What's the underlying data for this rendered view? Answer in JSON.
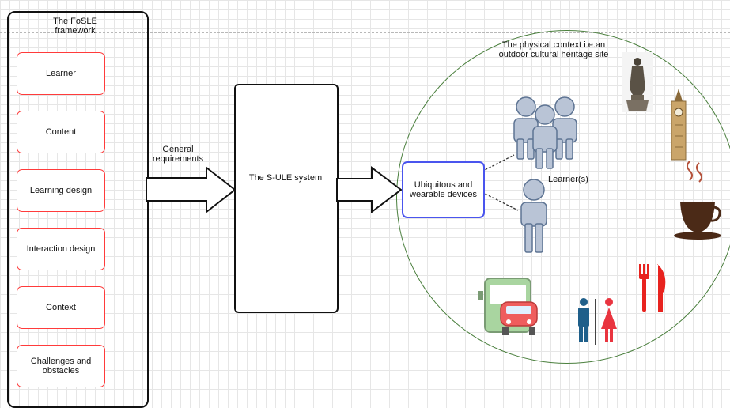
{
  "framework": {
    "title": "The FoSLE framework",
    "items": [
      "Learner",
      "Content",
      "Learning design",
      "Interaction design",
      "Context",
      "Challenges and obstacles"
    ]
  },
  "arrow_label": "General requirements",
  "system": {
    "label": "The S-ULE system"
  },
  "context": {
    "label": "The physical context i.e.an outdoor cultural heritage site",
    "devices_label": "Ubiquitous and wearable devices",
    "learners_label": "Learner(s)"
  },
  "icons": [
    "statue-icon",
    "clock-tower-icon",
    "coffee-cup-icon",
    "bus-car-icon",
    "restroom-icon",
    "restaurant-icon"
  ],
  "colors": {
    "item_border": "#ff3b3b",
    "device_border": "#4a55ee",
    "context_circle": "#4a7f3d",
    "person_fill": "#b9c4d6"
  }
}
